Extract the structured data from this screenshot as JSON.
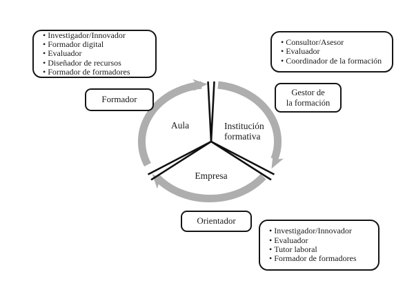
{
  "colors": {
    "ring": "#aeaeae",
    "divider": "#111111",
    "text": "#1a1a1a",
    "box_border": "#141414"
  },
  "cycle": {
    "sectors": [
      {
        "name": "aula",
        "lines": [
          "Aula"
        ]
      },
      {
        "name": "institucion-formativa",
        "lines": [
          "Institución",
          "formativa"
        ]
      },
      {
        "name": "empresa",
        "lines": [
          "Empresa"
        ]
      }
    ]
  },
  "label_boxes": [
    {
      "name": "formador",
      "lines": [
        "Formador"
      ]
    },
    {
      "name": "gestor",
      "lines": [
        "Gestor de",
        "la formación"
      ]
    },
    {
      "name": "orientador",
      "lines": [
        "Orientador"
      ]
    }
  ],
  "role_boxes": [
    {
      "name": "formador-roles",
      "items": [
        "Investigador/Innovador",
        "Formador digital",
        "Evaluador",
        "Diseñador de recursos",
        "Formador de formadores"
      ]
    },
    {
      "name": "gestor-roles",
      "items": [
        "Consultor/Asesor",
        "Evaluador",
        "Coordinador de la formación"
      ]
    },
    {
      "name": "orientador-roles",
      "items": [
        "Investigador/Innovador",
        "Evaluador",
        "Tutor laboral",
        "Formador de formadores"
      ]
    }
  ]
}
